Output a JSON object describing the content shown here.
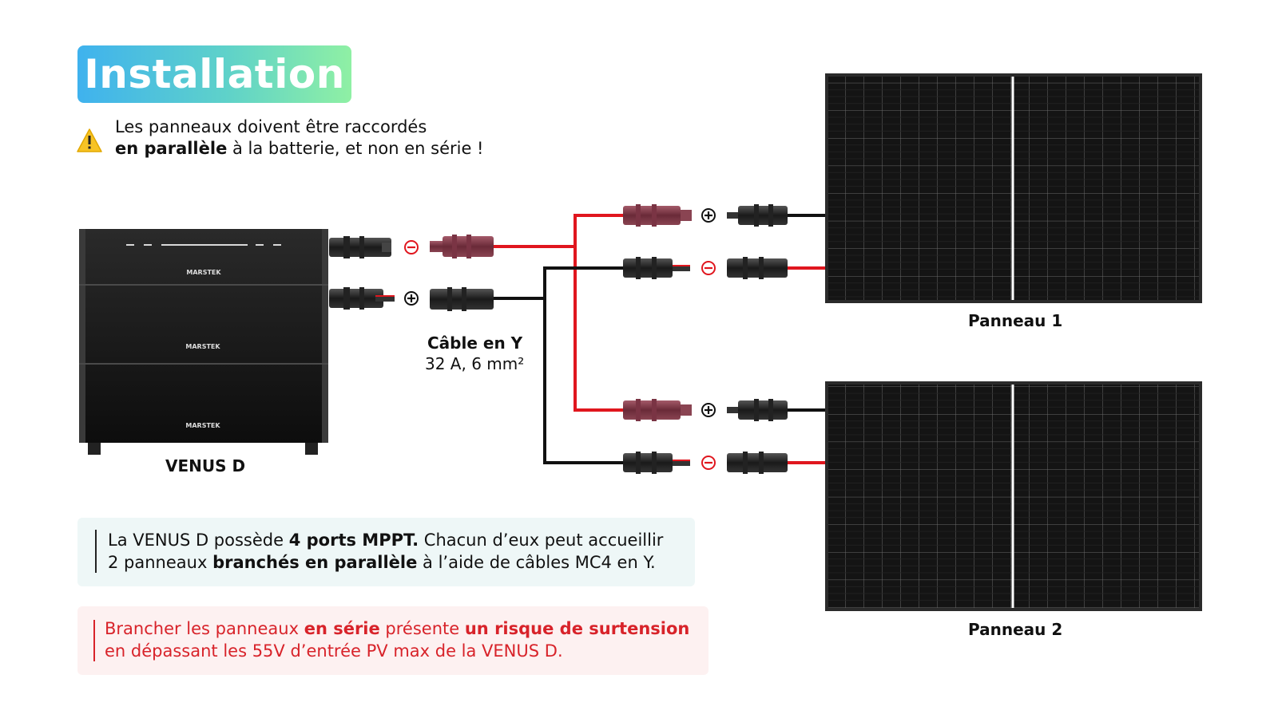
{
  "title": "Installation",
  "warning": {
    "line1": "Les panneaux doivent être raccordés",
    "line2_bold": "en parallèle",
    "line2_rest": " à la batterie, et non en série !"
  },
  "battery": {
    "name": "VENUS D",
    "module_brand": "MARSTEK"
  },
  "cable": {
    "title": "Câble en Y",
    "spec": "32 A, 6 mm²"
  },
  "panels": [
    {
      "label": "Panneau 1"
    },
    {
      "label": "Panneau 2"
    }
  ],
  "polarity": {
    "plus": "+",
    "minus": "−"
  },
  "info": {
    "l1_a": "La VENUS D possède ",
    "l1_b": "4 ports MPPT.",
    "l1_c": " Chacun d’eux peut accueillir",
    "l2_a": "2 panneaux ",
    "l2_b": "branchés en parallèle",
    "l2_c": " à l’aide de câbles MC4 en Y."
  },
  "risk": {
    "l1_a": "Brancher les panneaux ",
    "l1_b": "en série",
    "l1_c": " présente ",
    "l1_d": "un risque de surtension",
    "l2": "en dépassant les 55V d’entrée PV max de la VENUS D."
  },
  "colors": {
    "red_wire": "#e0161e",
    "black_wire": "#111111",
    "panel": "#151515",
    "title_gradient_start": "#3fb2ee",
    "title_gradient_end": "#8ff0a4",
    "warning_red": "#d8232a"
  }
}
